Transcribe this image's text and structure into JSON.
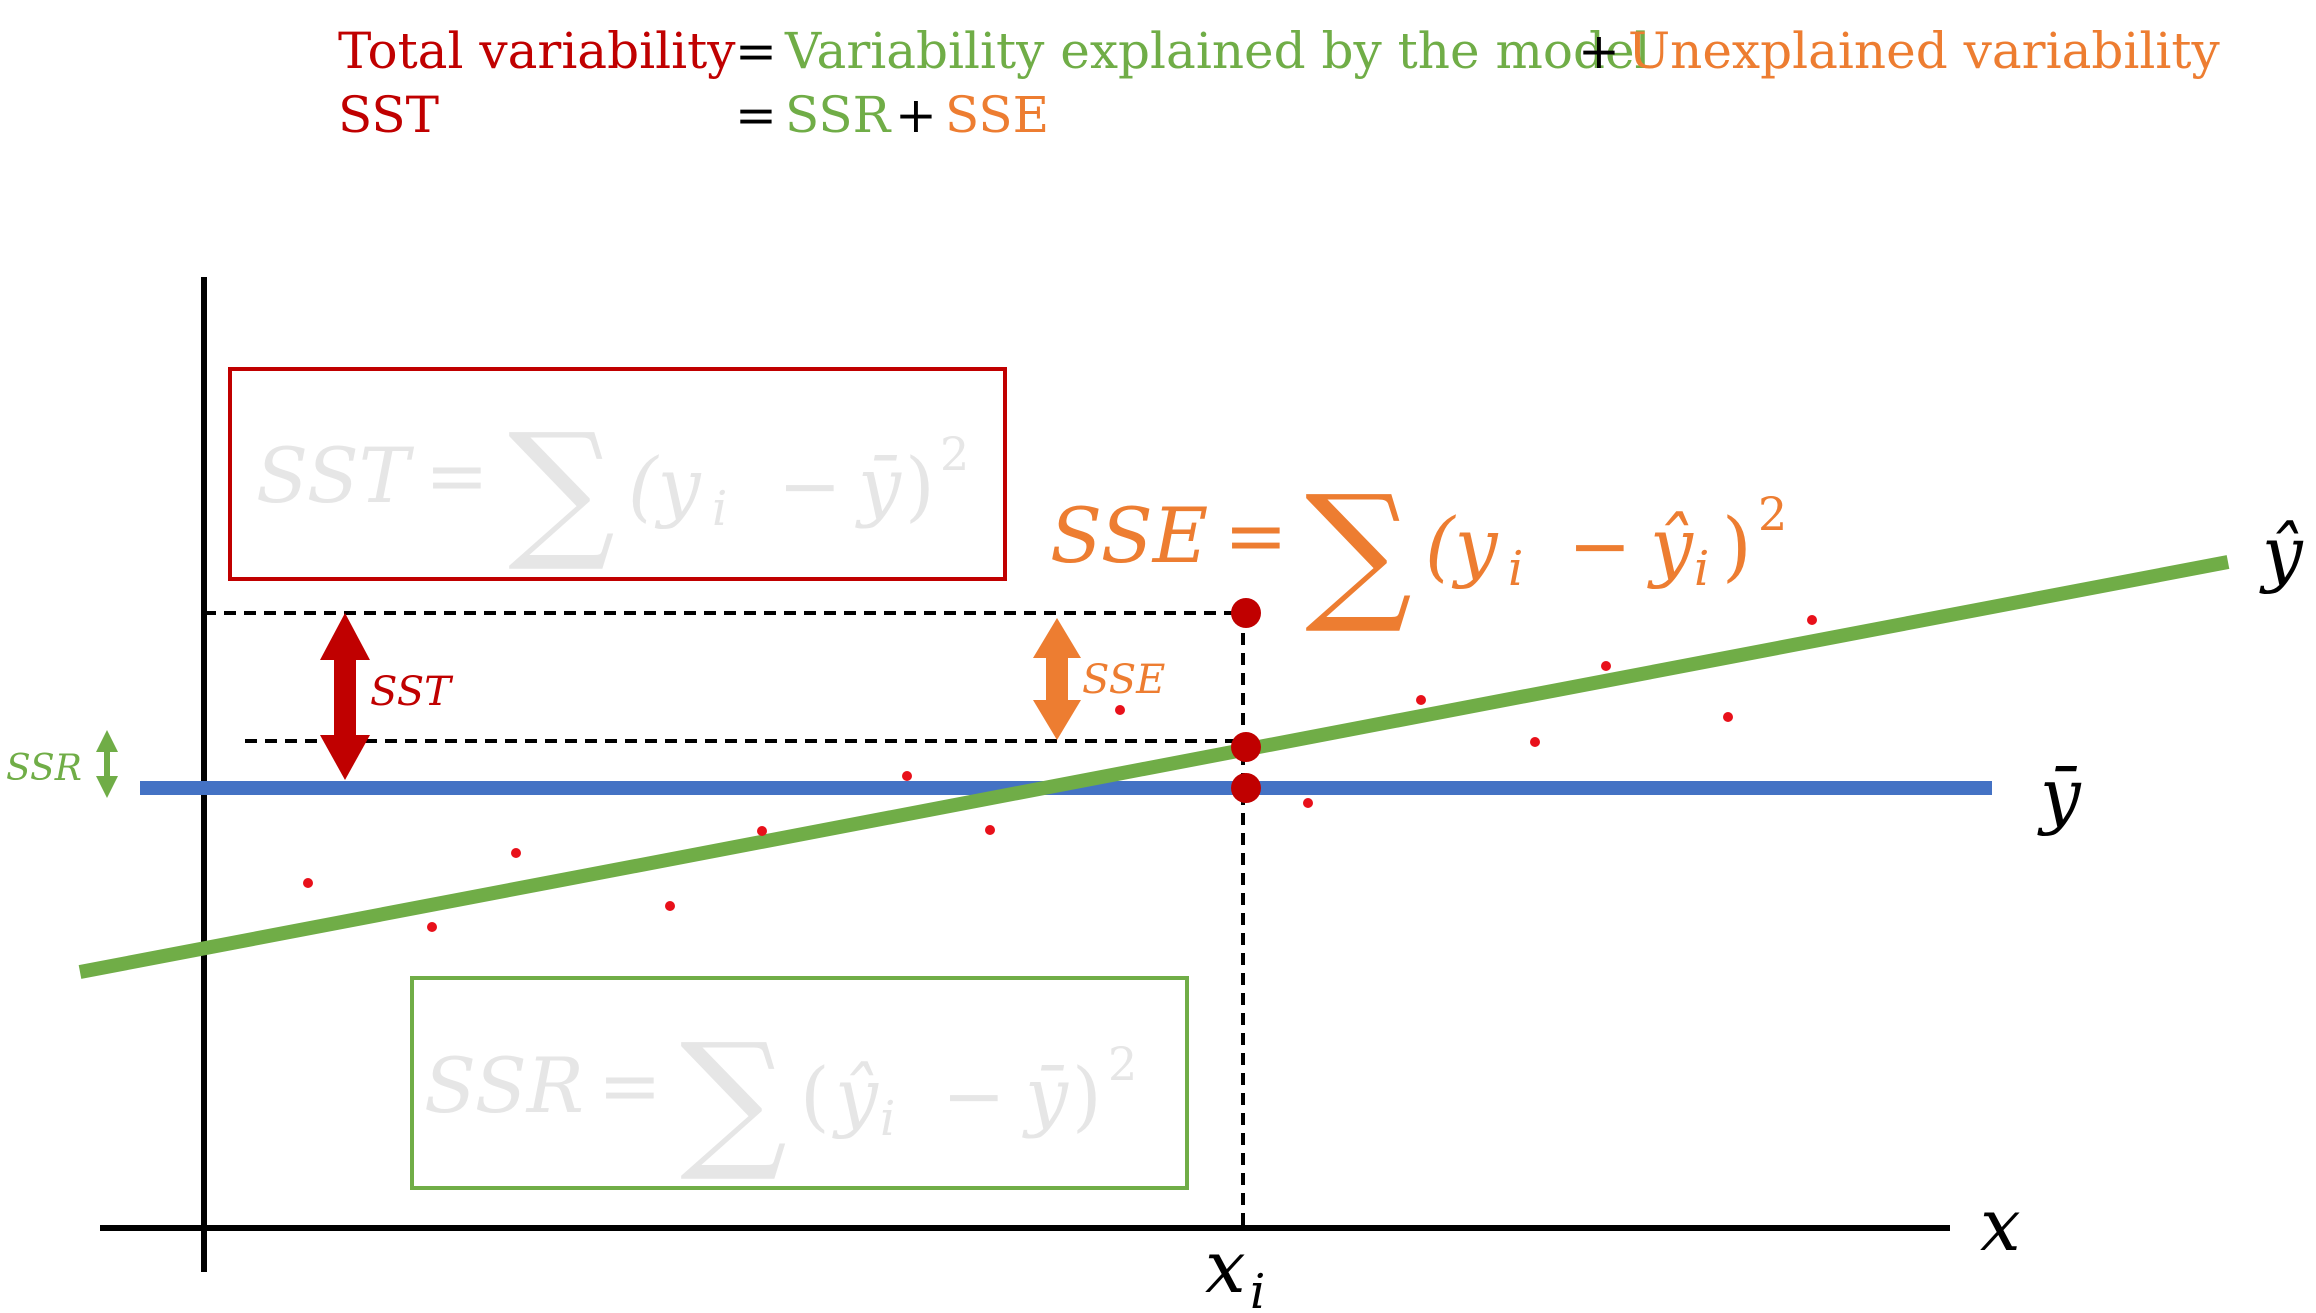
{
  "legend": {
    "row1": {
      "term": "Total variability",
      "eq": "=",
      "explained": "Variability explained by the model",
      "plus": "+",
      "unexplained": "Unexplained variability"
    },
    "row2": {
      "term": "SST",
      "eq": "=",
      "explained": "SSR",
      "plus": "+",
      "unexplained": "SSE"
    }
  },
  "formulas": {
    "sst": {
      "lhs": "SST",
      "eq": "=",
      "sum": "∑",
      "body": "(y",
      "sub": "i",
      "minus": "−",
      "bar": "ȳ",
      "close": ")",
      "pow": "2"
    },
    "sse": {
      "lhs": "SSE",
      "eq": "=",
      "sum": "∑",
      "body": "(y",
      "sub": "i",
      "minus": "−",
      "hat": "ŷ",
      "sub2": "i",
      "close": ")",
      "pow": "2"
    },
    "ssr": {
      "lhs": "SSR",
      "eq": "=",
      "sum": "∑",
      "open": "(",
      "hat": "ŷ",
      "sub": "i",
      "minus": "−",
      "bar": "ȳ",
      "close": ")",
      "pow": "2"
    }
  },
  "labels": {
    "sst_arrow": "SST",
    "sse_arrow": "SSE",
    "ssr_arrow": "SSR",
    "y_hat": "ŷ",
    "y_bar": "ȳ",
    "x_axis": "x",
    "x_i": "x",
    "x_i_sub": "i"
  },
  "colors": {
    "red": "#c00000",
    "green": "#70ad47",
    "orange": "#ed7d31",
    "blue": "#4472c4",
    "black": "#000000",
    "faint": "#e6e6e6",
    "point": "#e8101a"
  }
}
